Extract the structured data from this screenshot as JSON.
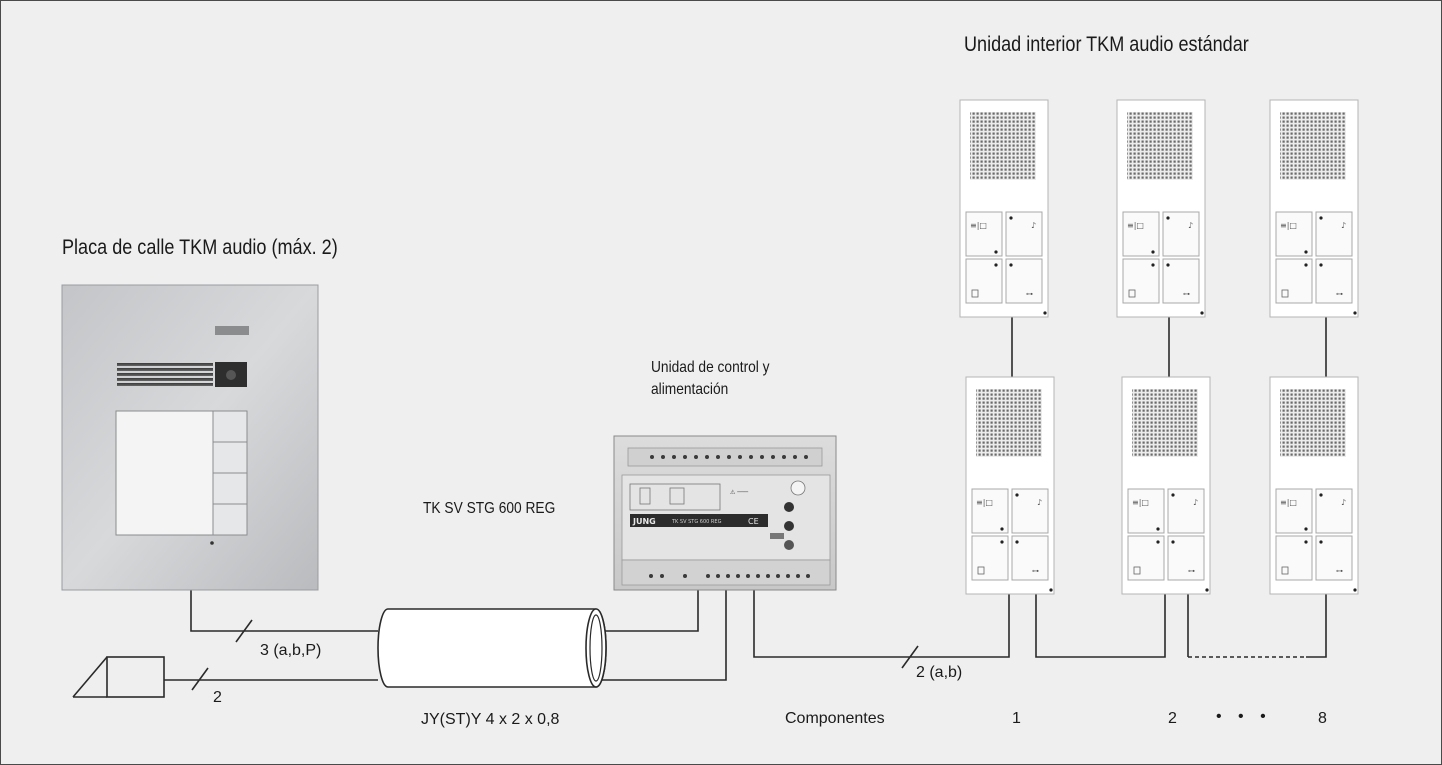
{
  "labels": {
    "indoor_title": "Unidad interior TKM audio estándar",
    "door_station_title": "Placa de calle TKM audio (máx. 2)",
    "control_unit_title_line1": "Unidad de control y",
    "control_unit_title_line2": "alimentación",
    "control_unit_model": "TK SV STG 600 REG",
    "wire_door_station": "3 (a,b,P)",
    "wire_opener": "2",
    "wire_bus": "2 (a,b)",
    "cable_type": "JY(ST)Y 4 x 2 x 0,8",
    "components_label": "Componentes",
    "component_first": "1",
    "component_second": "2",
    "component_ellipsis": "• • •",
    "component_last": "8"
  },
  "devices": {
    "brand_mark": "JUNG",
    "control_unit_print": "TK SV STG 600 REG",
    "ce_mark": "CE"
  },
  "colors": {
    "background": "#efefef",
    "line": "#2a2a2a",
    "panel_steel": "#c9cbcd",
    "indoor_unit_white": "#ffffff"
  }
}
